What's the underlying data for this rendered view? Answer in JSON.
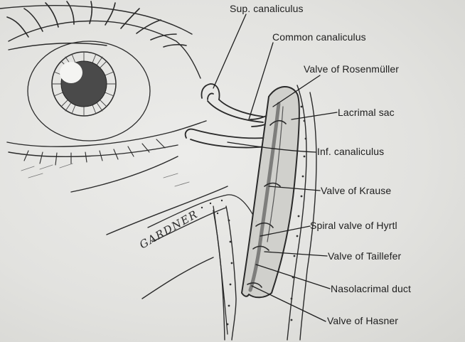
{
  "labels": {
    "sup_canaliculus": "Sup. canaliculus",
    "common_canaliculus": "Common canaliculus",
    "valve_rosenmuller": "Valve of Rosenmüller",
    "lacrimal_sac": "Lacrimal sac",
    "inf_canaliculus": "Inf. canaliculus",
    "valve_krause": "Valve of Krause",
    "spiral_valve_hyrtl": "Spiral valve of Hyrtl",
    "valve_taillefer": "Valve of Taillefer",
    "nasolacrimal_duct": "Nasolacrimal duct",
    "valve_hasner": "Valve of Hasner"
  },
  "signature": "GARDNER",
  "colors": {
    "background": "#e6e6e3",
    "ink": "#1e1e1e",
    "shading": "#6a6a6a"
  }
}
